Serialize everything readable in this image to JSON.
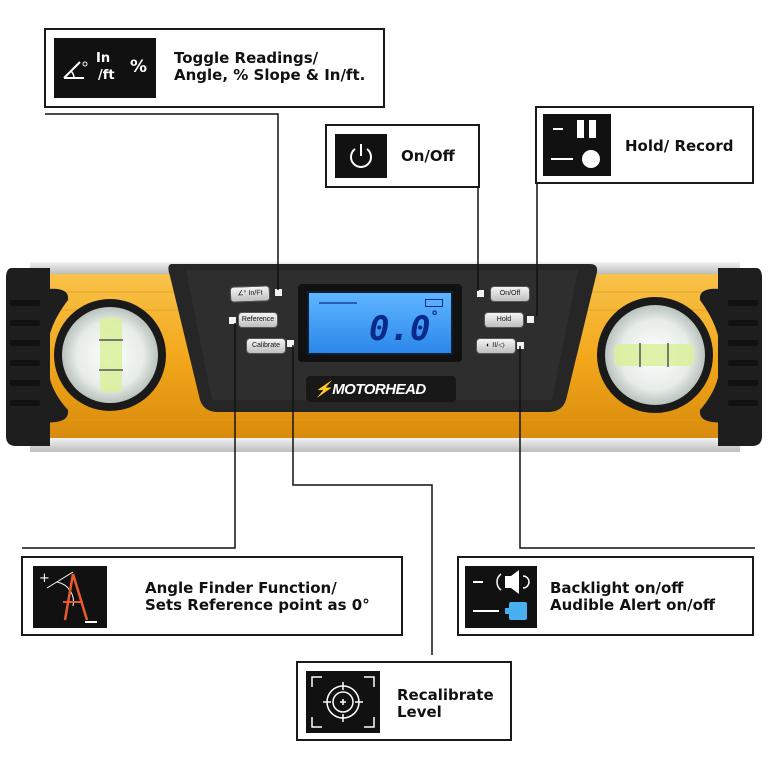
{
  "callouts": {
    "toggle": {
      "icon_in": "In",
      "icon_ft": "/ft",
      "icon_pct": "%",
      "line1": "Toggle Readings/",
      "line2": "Angle, % Slope & In/ft."
    },
    "onoff": {
      "label": "On/Off"
    },
    "hold": {
      "label": "Hold/ Record"
    },
    "angle": {
      "line1": "Angle Finder Function/",
      "line2": "Sets Reference point as 0°"
    },
    "backlight": {
      "line1": "Backlight on/off",
      "line2": "Audible Alert on/off"
    },
    "recalibrate": {
      "line1": "Recalibrate",
      "line2": "Level"
    }
  },
  "device": {
    "buttons": {
      "in_ft": "In/Ft",
      "reference": "Reference",
      "calibrate": "Calibrate",
      "on_off": "On/Off",
      "hold": "Hold",
      "backlight": "◐ II/◁·"
    },
    "display_value": "0.0",
    "display_degree": "°",
    "brand_logo": "MOTORHEAD"
  },
  "colors": {
    "body_yellow": "#f3a81c",
    "rubber": "#1e1e1e",
    "lcd_blue": "#3d9cf7"
  }
}
